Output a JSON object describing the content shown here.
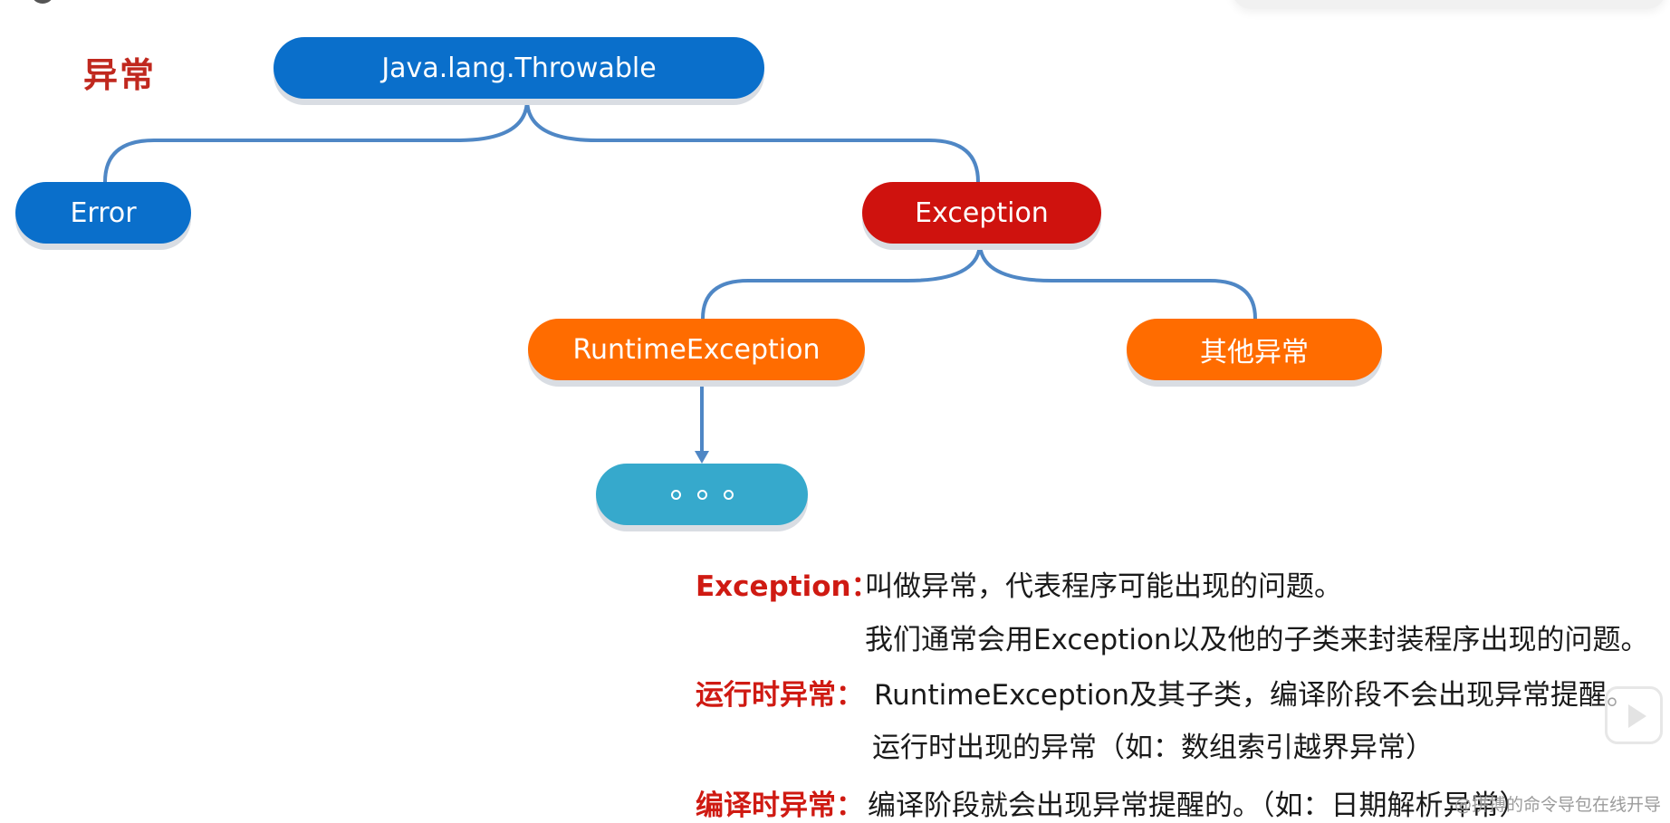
{
  "title": "异常",
  "nodes": {
    "throwable": "Java.lang.Throwable",
    "error": "Error",
    "exception": "Exception",
    "runtime_exception": "RuntimeException",
    "other_exception": "其他异常"
  },
  "colors": {
    "title_red": "#c0281e",
    "node_blue": "#0a6fcb",
    "node_red": "#cf120e",
    "node_orange": "#ff6c00",
    "node_teal": "#36a9cc",
    "connector": "#4f87c5"
  },
  "descriptions": {
    "exception_label": "Exception：",
    "exception_line1": "叫做异常，代表程序可能出现的问题。",
    "exception_line2": "我们通常会用Exception以及他的子类来封装程序出现的问题。",
    "runtime_label": "运行时异常：",
    "runtime_line1": "RuntimeException及其子类，编译阶段不会出现异常提醒。",
    "runtime_line2": "运行时出现的异常（如：数组索引越界异常）",
    "compile_label": "编译时异常：",
    "compile_line1": "编译阶段就会出现异常提醒的。（如：日期解析异常）"
  },
  "overlay": {
    "play_icon": "play-icon",
    "watermark": "@拼搏的命令导包在线开导"
  }
}
